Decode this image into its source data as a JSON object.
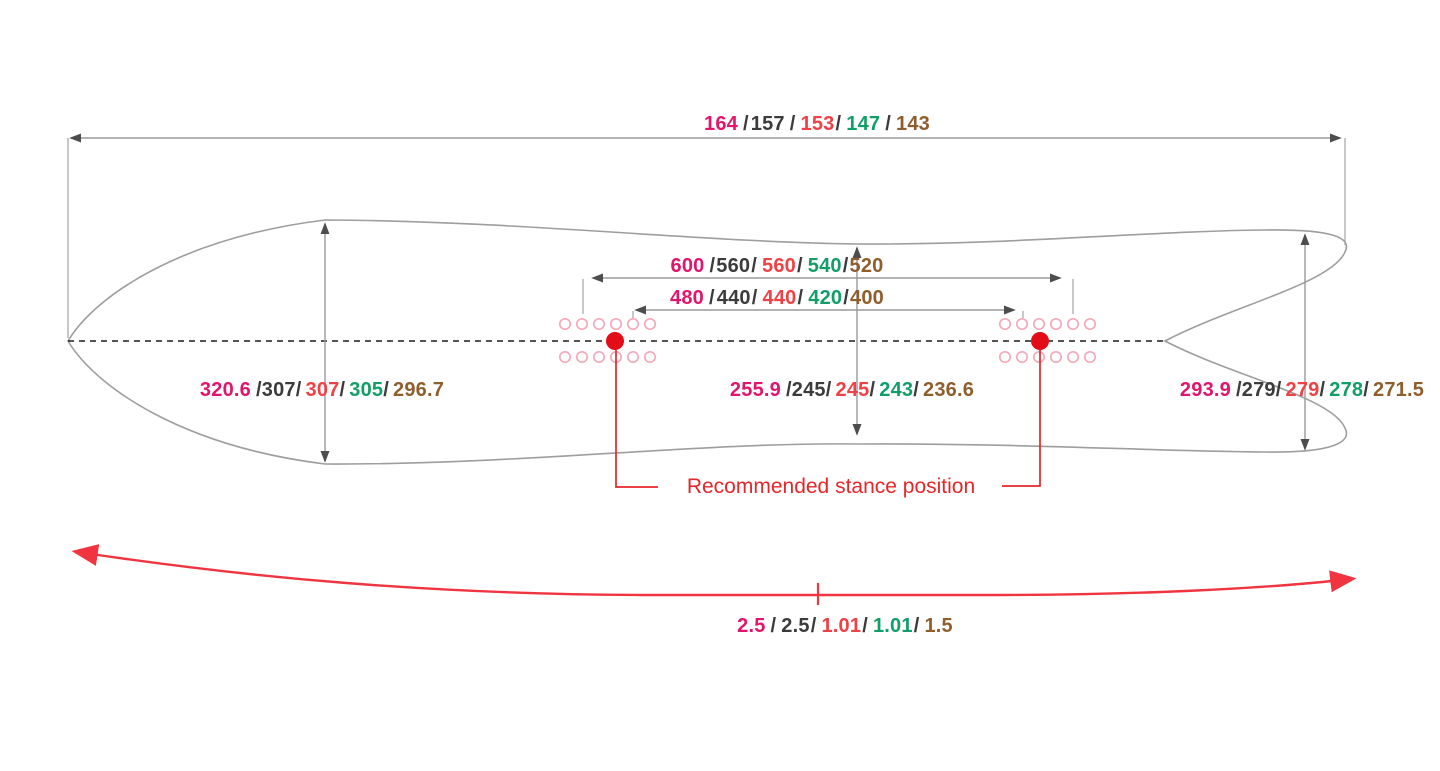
{
  "diagram": {
    "stance_label": "Recommended stance position",
    "separator": "/",
    "labels": {
      "total_length_cm": [
        "164",
        "157",
        "153",
        "147",
        "143"
      ],
      "insert_span_outer_mm": [
        "600",
        "560",
        "560",
        "540",
        "520"
      ],
      "insert_span_inner_mm": [
        "480",
        "440",
        "440",
        "420",
        "400"
      ],
      "nose_width_mm": [
        "320.6",
        "307",
        "307",
        "305",
        "296.7"
      ],
      "waist_width_mm": [
        "255.9",
        "245",
        "245",
        "243",
        "236.6"
      ],
      "tail_width_mm": [
        "293.9",
        "279",
        "279",
        "278",
        "271.5"
      ],
      "camber_cm": [
        "2.5",
        "2.5",
        "1.01",
        "1.01",
        "1.5"
      ]
    },
    "colors": {
      "size1": "#e2156c",
      "size2": "#3b3b3b",
      "size3": "#ef4146",
      "size4": "#129e68",
      "size5": "#8f5e2d",
      "stance_red": "#e62629",
      "dot_red": "#e30d18",
      "curve_red": "#f03440",
      "hole_pink": "#f4a9b9",
      "outline": "#9e9e9e"
    }
  }
}
